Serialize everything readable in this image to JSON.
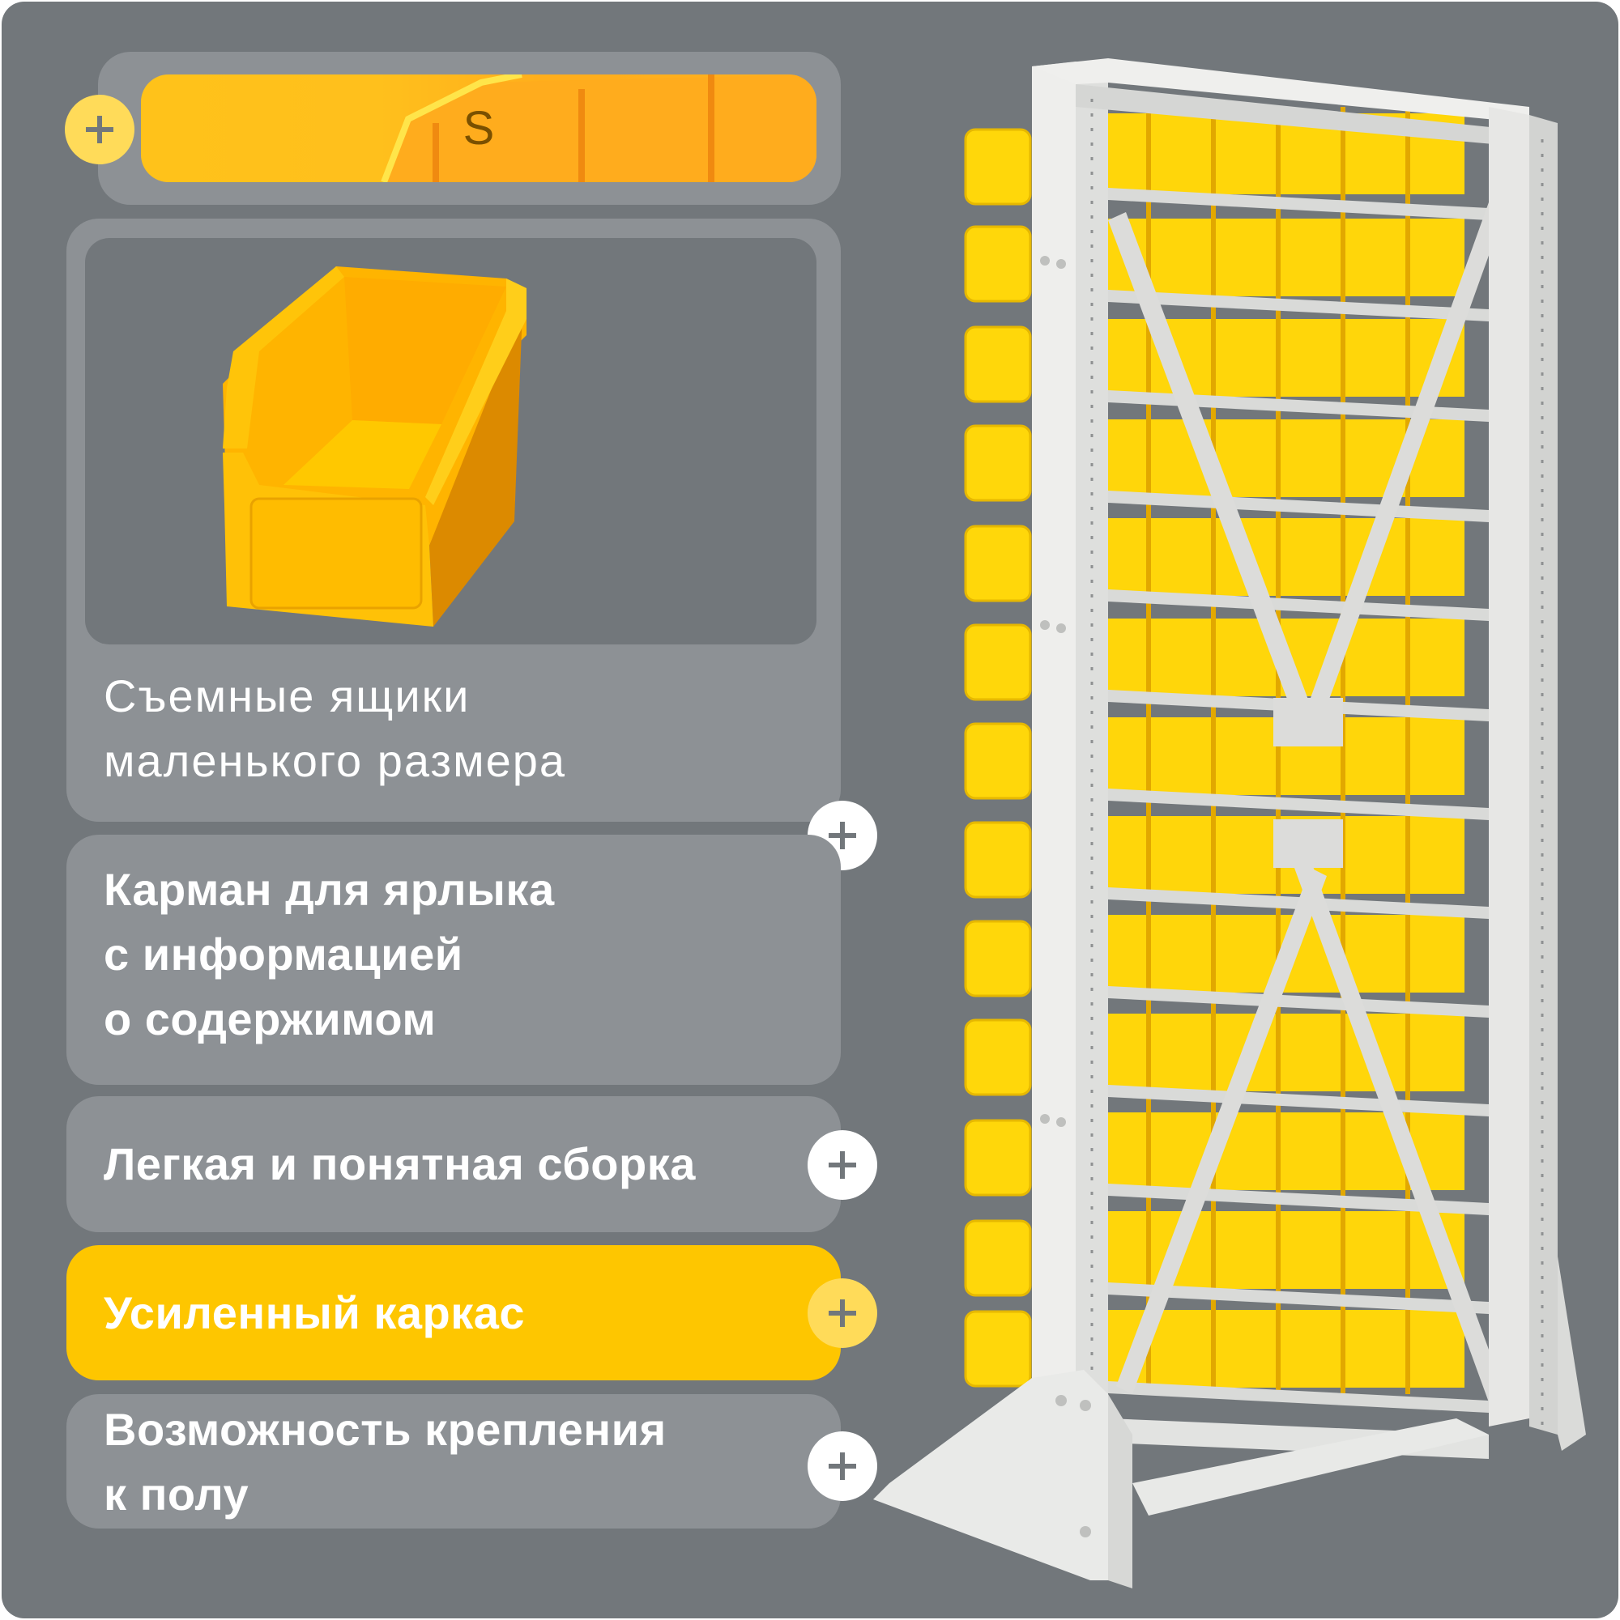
{
  "size_selector": {
    "label": "S",
    "icon": "plus-icon"
  },
  "features": [
    {
      "id": "removable-bins",
      "text": "Съемные ящики\nмаленького размера",
      "style": "light",
      "highlighted": false,
      "icon": "plus-icon"
    },
    {
      "id": "label-pocket",
      "text": "Карман для ярлыка\nс информацией\nо содержимом",
      "style": "bold",
      "highlighted": false
    },
    {
      "id": "easy-assembly",
      "text": "Легкая и понятная сборка",
      "style": "bold",
      "highlighted": false,
      "icon": "plus-icon"
    },
    {
      "id": "reinforced-frame",
      "text": "Усиленный каркас",
      "style": "bold",
      "highlighted": true,
      "icon": "plus-icon"
    },
    {
      "id": "floor-mounting",
      "text": "Возможность крепления\nк полу",
      "style": "bold",
      "highlighted": false,
      "icon": "plus-icon"
    }
  ],
  "images": {
    "bin": "yellow-plastic-storage-bin",
    "rack": "double-sided-shelving-rack-with-yellow-bins"
  },
  "colors": {
    "background": "#72777b",
    "card": "#8d9195",
    "accent_yellow": "#fec600",
    "plus_pale": "#ffdb59",
    "bin_yellow": "#ffc107",
    "rack_gray": "#e4e4e2"
  },
  "rack": {
    "shelf_rows": 13,
    "bins_per_row": 5
  }
}
